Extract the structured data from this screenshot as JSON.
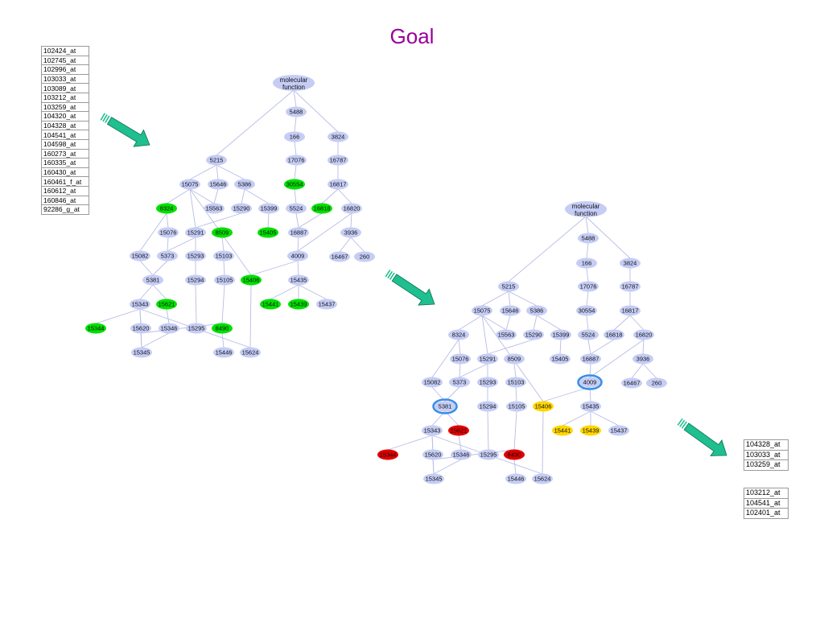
{
  "title": "Goal",
  "colors": {
    "node_default": "#c5cdf5",
    "node_green": "#00e000",
    "node_red": "#e00000",
    "node_yellow": "#ffd700",
    "highlight_ring": "#3a8ee6",
    "edge": "#b8bde6",
    "arrow": "#1fbf8f",
    "title": "#990099"
  },
  "probe_table_main": [
    "102424_at",
    "102745_at",
    "102996_at",
    "103033_at",
    "103089_at",
    "103212_at",
    "103259_at",
    "104320_at",
    "104328_at",
    "104541_at",
    "104598_at",
    "160273_at",
    "160335_at",
    "160430_at",
    "160461_f_at",
    "160612_at",
    "160846_at",
    "92286_g_at"
  ],
  "probe_table_a": [
    "104328_at",
    "103033_at",
    "103259_at"
  ],
  "probe_table_b": [
    "103212_at",
    "104541_at",
    "102401_at"
  ],
  "graph": {
    "nodes": [
      {
        "id": "root",
        "label": "molecular function"
      },
      {
        "id": "5488",
        "label": "5488"
      },
      {
        "id": "166",
        "label": "166"
      },
      {
        "id": "17076",
        "label": "17076"
      },
      {
        "id": "30554",
        "label": "30554"
      },
      {
        "id": "3824",
        "label": "3824"
      },
      {
        "id": "16787",
        "label": "16787"
      },
      {
        "id": "16817",
        "label": "16817"
      },
      {
        "id": "16818",
        "label": "16818"
      },
      {
        "id": "16820",
        "label": "16820"
      },
      {
        "id": "3936",
        "label": "3936"
      },
      {
        "id": "16467",
        "label": "16467"
      },
      {
        "id": "260",
        "label": "260"
      },
      {
        "id": "5524",
        "label": "5524"
      },
      {
        "id": "16887",
        "label": "16887"
      },
      {
        "id": "4009",
        "label": "4009"
      },
      {
        "id": "15435",
        "label": "15435"
      },
      {
        "id": "15441",
        "label": "15441"
      },
      {
        "id": "15439",
        "label": "15439"
      },
      {
        "id": "15437",
        "label": "15437"
      },
      {
        "id": "5215",
        "label": "5215"
      },
      {
        "id": "15075",
        "label": "15075"
      },
      {
        "id": "15646",
        "label": "15646"
      },
      {
        "id": "5386",
        "label": "5386"
      },
      {
        "id": "8324",
        "label": "8324"
      },
      {
        "id": "15563",
        "label": "15563"
      },
      {
        "id": "15290",
        "label": "15290"
      },
      {
        "id": "15399",
        "label": "15399"
      },
      {
        "id": "15405",
        "label": "15405"
      },
      {
        "id": "15076",
        "label": "15076"
      },
      {
        "id": "15291",
        "label": "15291"
      },
      {
        "id": "8509",
        "label": "8509"
      },
      {
        "id": "15082",
        "label": "15082"
      },
      {
        "id": "5373",
        "label": "5373"
      },
      {
        "id": "15293",
        "label": "15293"
      },
      {
        "id": "15103",
        "label": "15103"
      },
      {
        "id": "5381",
        "label": "5381"
      },
      {
        "id": "15294",
        "label": "15294"
      },
      {
        "id": "15105",
        "label": "15105"
      },
      {
        "id": "15406",
        "label": "15406"
      },
      {
        "id": "15343",
        "label": "15343"
      },
      {
        "id": "15621",
        "label": "15621"
      },
      {
        "id": "15344",
        "label": "15344"
      },
      {
        "id": "15620",
        "label": "15620"
      },
      {
        "id": "15346",
        "label": "15346"
      },
      {
        "id": "15295",
        "label": "15295"
      },
      {
        "id": "8490",
        "label": "8490"
      },
      {
        "id": "15345",
        "label": "15345"
      },
      {
        "id": "15446",
        "label": "15446"
      },
      {
        "id": "15624",
        "label": "15624"
      }
    ],
    "edges": [
      [
        "root",
        "5488"
      ],
      [
        "root",
        "3824"
      ],
      [
        "root",
        "5215"
      ],
      [
        "5488",
        "166"
      ],
      [
        "166",
        "17076"
      ],
      [
        "17076",
        "30554"
      ],
      [
        "30554",
        "5524"
      ],
      [
        "5524",
        "16887"
      ],
      [
        "3824",
        "16787"
      ],
      [
        "16787",
        "16817"
      ],
      [
        "16817",
        "16818"
      ],
      [
        "16817",
        "16820"
      ],
      [
        "16818",
        "16887"
      ],
      [
        "16820",
        "3936"
      ],
      [
        "16820",
        "4009"
      ],
      [
        "3936",
        "16467"
      ],
      [
        "3936",
        "260"
      ],
      [
        "16887",
        "4009"
      ],
      [
        "4009",
        "15406"
      ],
      [
        "4009",
        "15435"
      ],
      [
        "15435",
        "15441"
      ],
      [
        "15435",
        "15439"
      ],
      [
        "15435",
        "15437"
      ],
      [
        "5215",
        "15075"
      ],
      [
        "5215",
        "15646"
      ],
      [
        "5215",
        "5386"
      ],
      [
        "15075",
        "8324"
      ],
      [
        "15075",
        "15563"
      ],
      [
        "15075",
        "15291"
      ],
      [
        "15075",
        "15406"
      ],
      [
        "15646",
        "15563"
      ],
      [
        "5386",
        "15290"
      ],
      [
        "5386",
        "15399"
      ],
      [
        "15399",
        "15405"
      ],
      [
        "15290",
        "15291"
      ],
      [
        "8324",
        "15076"
      ],
      [
        "8324",
        "15082"
      ],
      [
        "15076",
        "5373"
      ],
      [
        "15291",
        "5373"
      ],
      [
        "15291",
        "15293"
      ],
      [
        "8509",
        "15103"
      ],
      [
        "15082",
        "5381"
      ],
      [
        "5373",
        "5381"
      ],
      [
        "15293",
        "15294"
      ],
      [
        "15103",
        "15105"
      ],
      [
        "5381",
        "15343"
      ],
      [
        "5381",
        "15621"
      ],
      [
        "15294",
        "15295"
      ],
      [
        "15105",
        "8490"
      ],
      [
        "15343",
        "15344"
      ],
      [
        "15343",
        "15620"
      ],
      [
        "15343",
        "15345"
      ],
      [
        "15343",
        "15624"
      ],
      [
        "15621",
        "15346"
      ],
      [
        "15620",
        "15345"
      ],
      [
        "15346",
        "15345"
      ],
      [
        "15620",
        "8490"
      ],
      [
        "8490",
        "15446"
      ],
      [
        "15406",
        "15624"
      ]
    ]
  },
  "graph_left_colors": {
    "8324": "green",
    "30554": "green",
    "16818": "green",
    "8509": "green",
    "15405": "green",
    "15406": "green",
    "15621": "green",
    "15441": "green",
    "15439": "green",
    "15344": "green",
    "8490": "green"
  },
  "graph_right_colors": {
    "15621": "red",
    "15344": "red",
    "8490": "red",
    "15406": "yellow",
    "15441": "yellow",
    "15439": "yellow"
  },
  "graph_right_highlighted": [
    "5381",
    "4009"
  ]
}
